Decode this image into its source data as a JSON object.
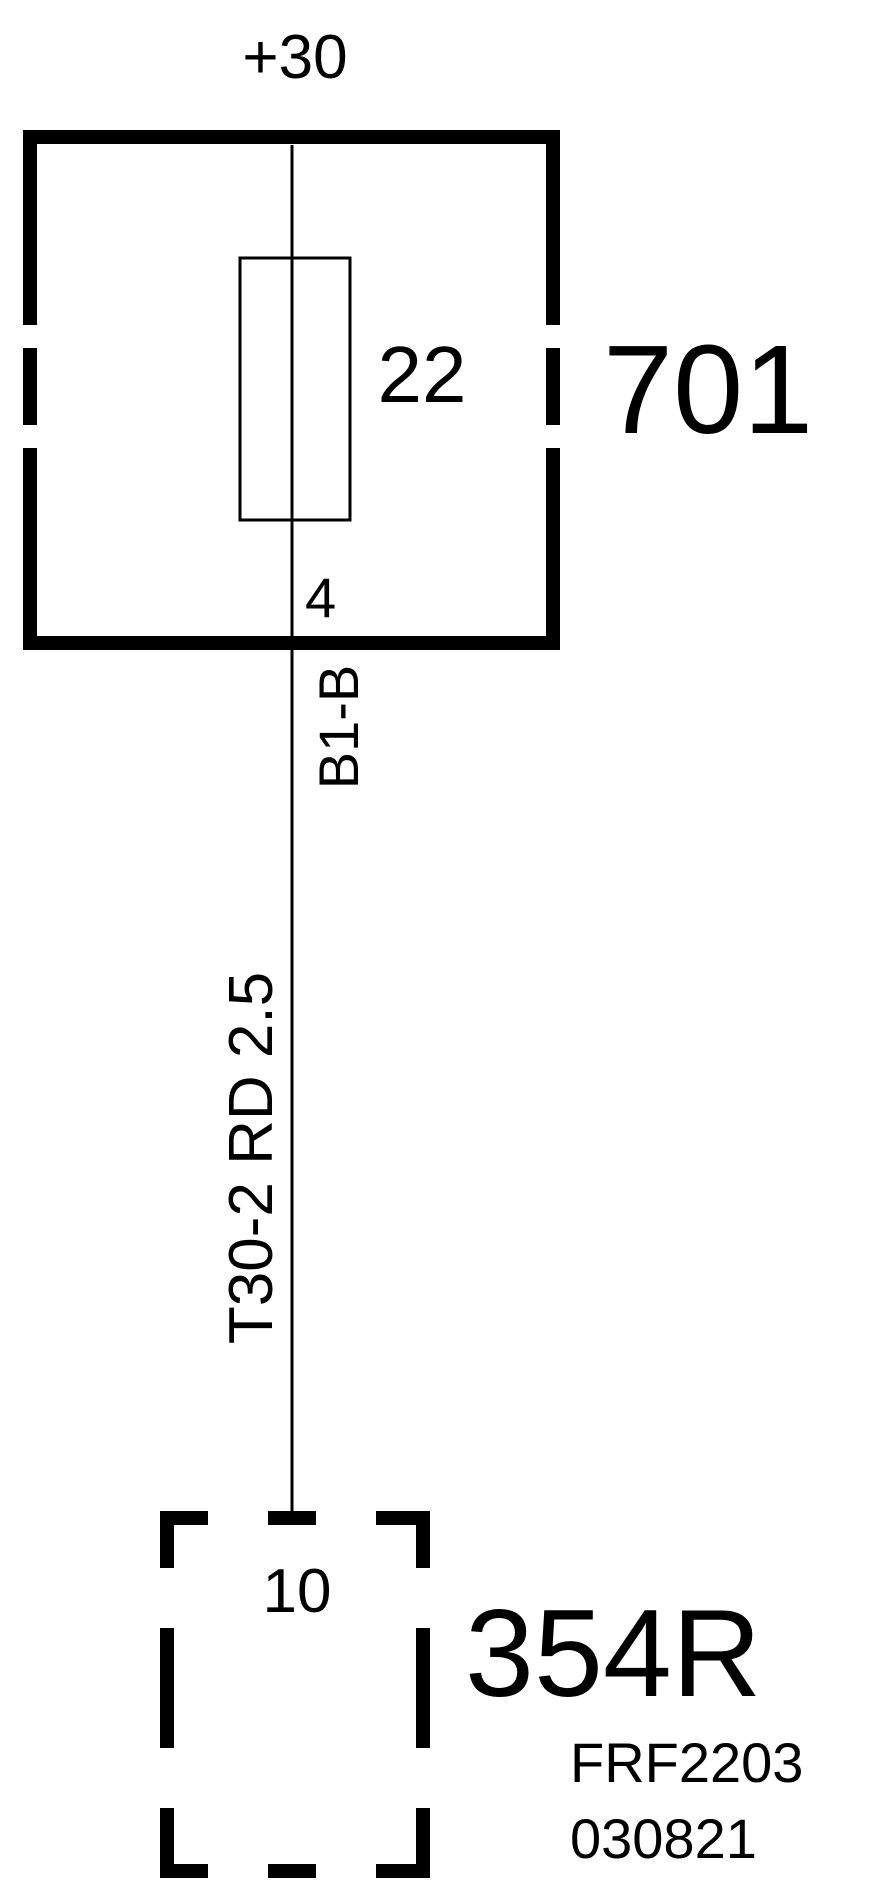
{
  "supply": {
    "label": "+30"
  },
  "fuse_box": {
    "id": "701",
    "fuse_number": "22",
    "pin": "4"
  },
  "wire": {
    "connector": "B1-B",
    "label": "T30-2 RD 2.5"
  },
  "module": {
    "id": "354R",
    "pin": "10"
  },
  "drawing": {
    "code": "FRF2203",
    "date": "030821"
  },
  "colors": {
    "line": "#000000",
    "background": "#ffffff"
  }
}
